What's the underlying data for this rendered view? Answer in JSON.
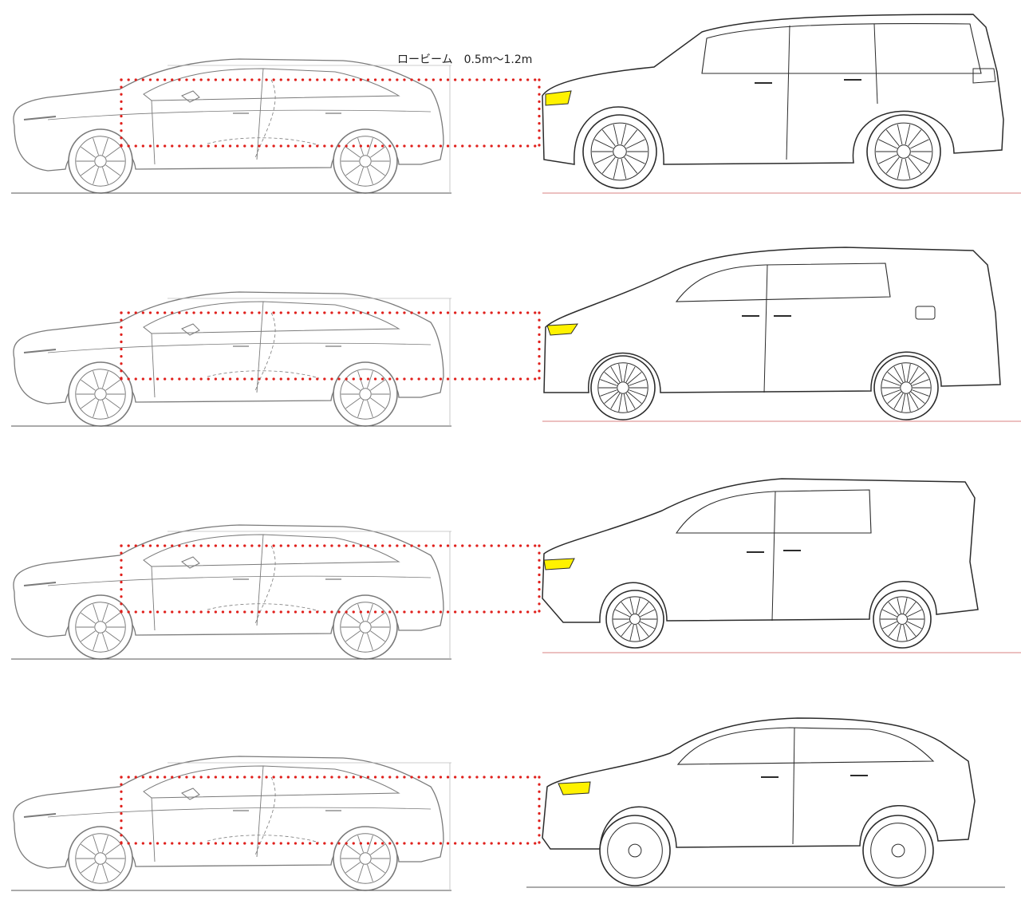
{
  "caption": "ロービーム　0.5m〜1.2m",
  "colors": {
    "line": "#2b2b2b",
    "sedan_line": "#7a7a7a",
    "dots": "#e0201c",
    "headlight": "#fff200",
    "ground_red": "#d98080"
  },
  "rows": [
    {
      "name": "row-1",
      "right_vehicle": "large-suv"
    },
    {
      "name": "row-2",
      "right_vehicle": "luxury-minivan"
    },
    {
      "name": "row-3",
      "right_vehicle": "boxy-minivan"
    },
    {
      "name": "row-4",
      "right_vehicle": "crossover-suv"
    }
  ]
}
